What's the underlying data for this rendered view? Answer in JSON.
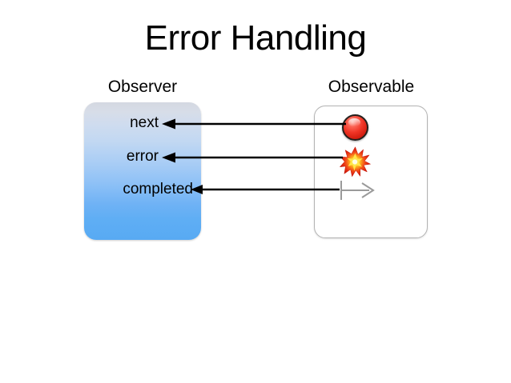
{
  "slide": {
    "title": "Error Handling",
    "background_color": "#ffffff"
  },
  "columns": {
    "observer": {
      "caption": "Observer",
      "panel_style": "rounded-gradient-blue",
      "gradient_top_color": "#d4d8e1",
      "gradient_bottom_color": "#58aaf3",
      "items": [
        {
          "label": "next"
        },
        {
          "label": "error"
        },
        {
          "label": "completed"
        }
      ]
    },
    "observable": {
      "caption": "Observable",
      "panel_style": "rounded-white-outline",
      "border_color": "#b3b3b3",
      "background_color": "#ffffff",
      "emissions": [
        {
          "icon": "red-marble-icon",
          "meaning": "next",
          "color": "#ef3425",
          "outline_color": "#231f1c"
        },
        {
          "icon": "explosion-burst-icon",
          "meaning": "error",
          "color": "#e8301c",
          "center_color": "#ffe94d"
        },
        {
          "icon": "timeline-complete-arrow-icon",
          "meaning": "completed",
          "color": "#9a9a9a"
        }
      ]
    }
  },
  "connectors": [
    {
      "name": "next-connector",
      "direction": "right-to-left",
      "color": "#000000"
    },
    {
      "name": "error-connector",
      "direction": "right-to-left",
      "color": "#000000"
    },
    {
      "name": "completed-connector",
      "direction": "right-to-left",
      "color": "#000000"
    }
  ]
}
